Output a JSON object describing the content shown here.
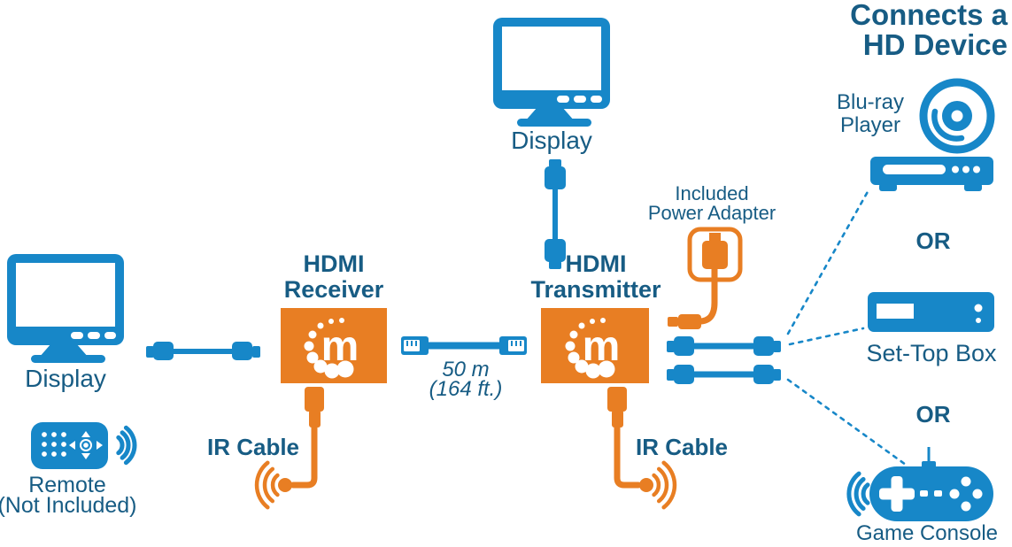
{
  "colors": {
    "icon_blue": "#1787C8",
    "text_blue": "#175C84",
    "orange": "#E87E23"
  },
  "title": {
    "line1": "Connects a",
    "line2": "HD Device"
  },
  "left": {
    "display_label": "Display",
    "remote_label": "Remote",
    "remote_note": "(Not Included)"
  },
  "receiver": {
    "label_line1": "HDMI",
    "label_line2": "Receiver",
    "logo_letter": "m",
    "ir_label": "IR Cable"
  },
  "link": {
    "length_m": "50 m",
    "length_ft": "(164 ft.)"
  },
  "transmitter": {
    "display_label": "Display",
    "label_line1": "HDMI",
    "label_line2": "Transmitter",
    "logo_letter": "m",
    "ir_label": "IR Cable",
    "power_line1": "Included",
    "power_line2": "Power Adapter"
  },
  "devices": {
    "bluray_line1": "Blu-ray",
    "bluray_line2": "Player",
    "or_1": "OR",
    "settop_label": "Set-Top Box",
    "or_2": "OR",
    "game_label": "Game Console"
  }
}
